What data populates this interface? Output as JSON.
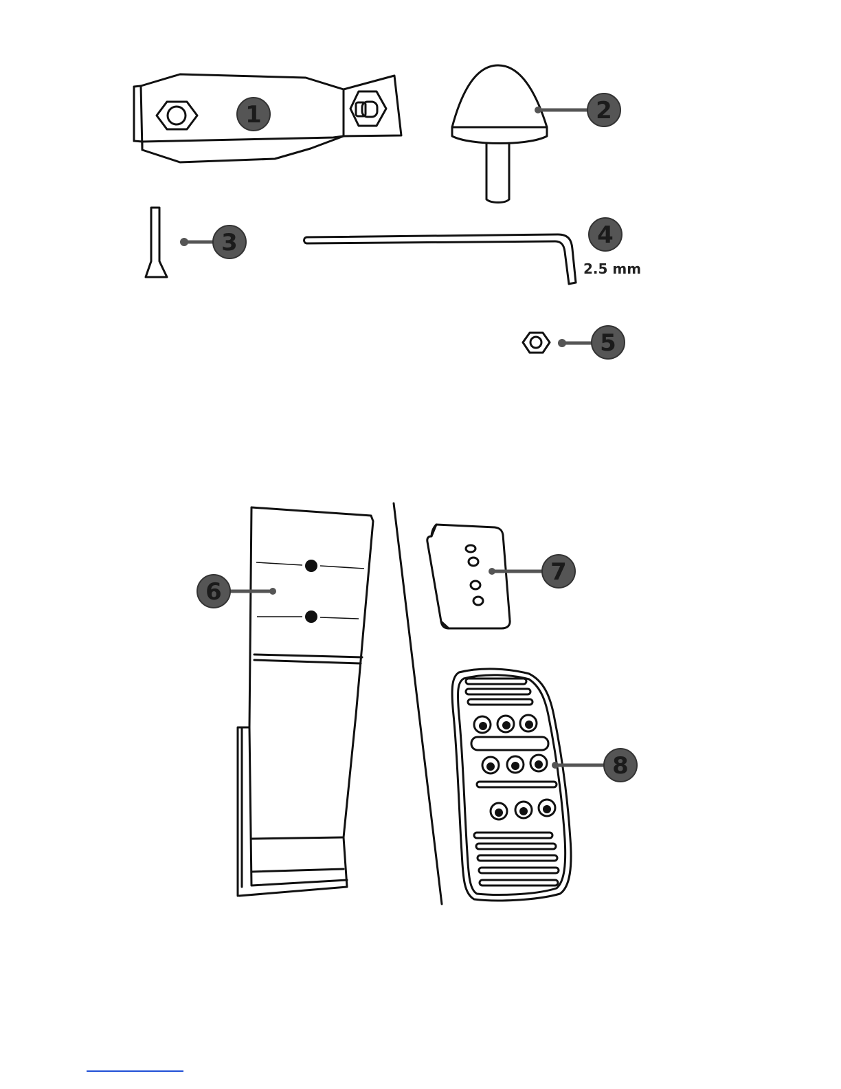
{
  "callouts": [
    {
      "number": "1"
    },
    {
      "number": "2"
    },
    {
      "number": "3"
    },
    {
      "number": "4"
    },
    {
      "number": "5"
    },
    {
      "number": "6"
    },
    {
      "number": "7"
    },
    {
      "number": "8"
    }
  ],
  "hex_key_size": "2.5 mm",
  "colors": {
    "line": "#111111",
    "callout_fill": "#555555",
    "callout_text": "#1b1b1b",
    "footer_rule": "#1f4fd6"
  }
}
